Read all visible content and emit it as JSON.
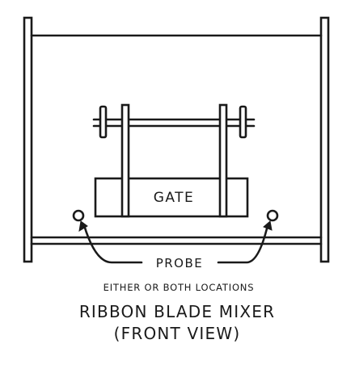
{
  "labels": {
    "gate": "GATE",
    "probe": "PROBE",
    "note": "EITHER OR BOTH LOCATIONS",
    "title_line1": "RIBBON BLADE MIXER",
    "title_line2": "(FRONT VIEW)"
  },
  "colors": {
    "ink": "#1a1a1a",
    "background": "#ffffff"
  }
}
